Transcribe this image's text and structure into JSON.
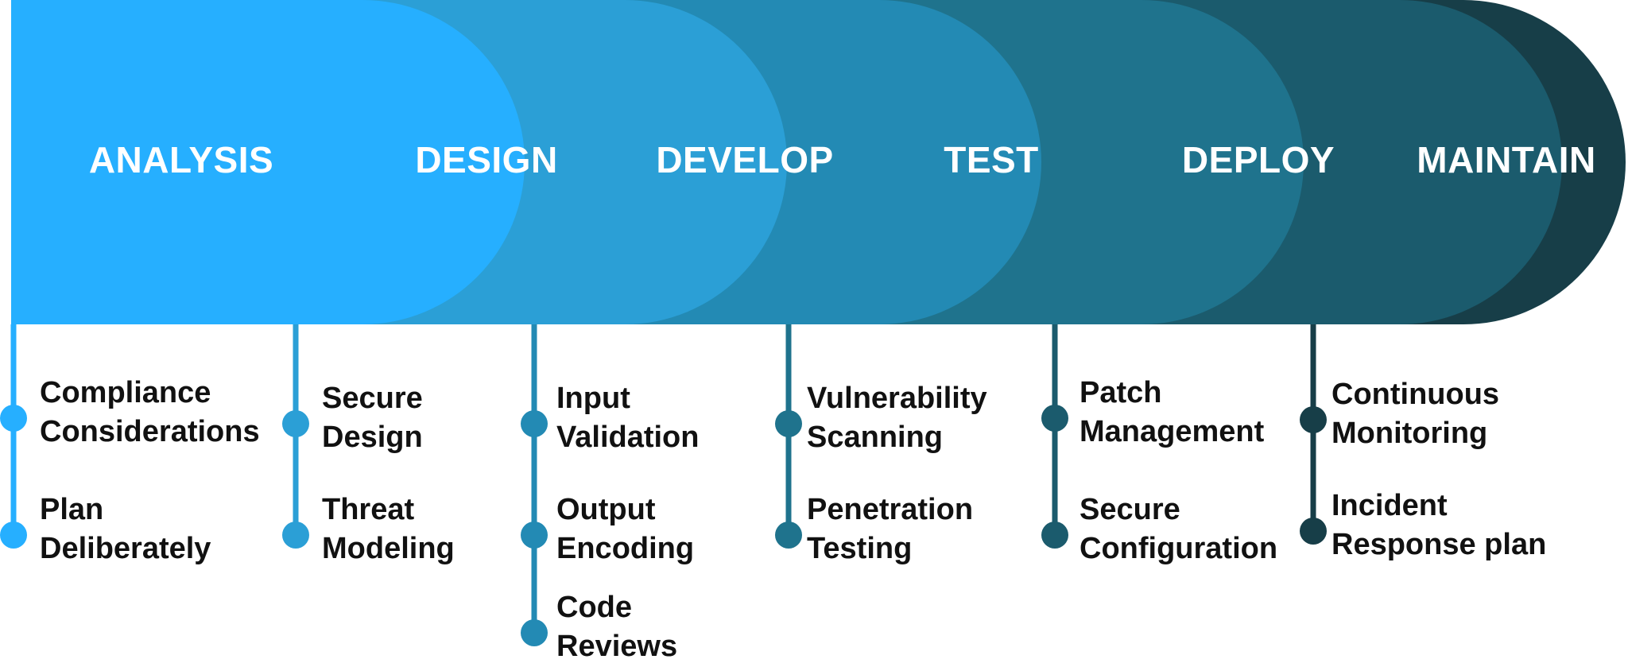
{
  "phases": [
    {
      "label": "ANALYSIS",
      "color": "#26afff",
      "items": [
        {
          "lines": [
            "Compliance",
            "Considerations"
          ]
        },
        {
          "lines": [
            "Plan",
            "Deliberately"
          ]
        }
      ]
    },
    {
      "label": "DESIGN",
      "color": "#2b9fd6",
      "items": [
        {
          "lines": [
            "Secure",
            "Design"
          ]
        },
        {
          "lines": [
            "Threat",
            "Modeling"
          ]
        }
      ]
    },
    {
      "label": "DEVELOP",
      "color": "#238ab4",
      "items": [
        {
          "lines": [
            "Input",
            "Validation"
          ]
        },
        {
          "lines": [
            "Output",
            "Encoding"
          ]
        },
        {
          "lines": [
            "Code",
            "Reviews"
          ]
        }
      ]
    },
    {
      "label": "TEST",
      "color": "#1f738d",
      "items": [
        {
          "lines": [
            "Vulnerability",
            "Scanning"
          ]
        },
        {
          "lines": [
            "Penetration",
            "Testing"
          ]
        }
      ]
    },
    {
      "label": "DEPLOY",
      "color": "#1b5b6d",
      "items": [
        {
          "lines": [
            "Patch",
            "Management"
          ]
        },
        {
          "lines": [
            "Secure",
            "Configuration"
          ]
        }
      ]
    },
    {
      "label": "MAINTAIN",
      "color": "#173e48",
      "items": [
        {
          "lines": [
            "Continuous",
            "Monitoring"
          ]
        },
        {
          "lines": [
            "Incident",
            "Response plan"
          ]
        }
      ]
    }
  ]
}
